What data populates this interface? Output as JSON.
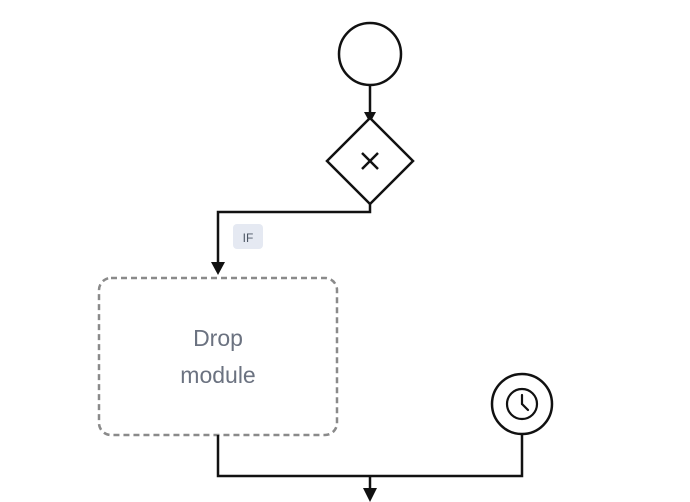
{
  "flow": {
    "start_event": {
      "type": "start",
      "icon": "none"
    },
    "gateway": {
      "type": "exclusive",
      "icon": "x-icon"
    },
    "condition_label": "IF",
    "drop_zone": {
      "line1": "Drop",
      "line2": "module"
    },
    "timer_event": {
      "type": "timer",
      "icon": "clock-icon"
    }
  },
  "colors": {
    "stroke": "#111111",
    "drop_border": "#8a8a8a",
    "drop_text": "#6b7280",
    "badge_bg": "#e5e9f2",
    "badge_text": "#4b5563"
  }
}
